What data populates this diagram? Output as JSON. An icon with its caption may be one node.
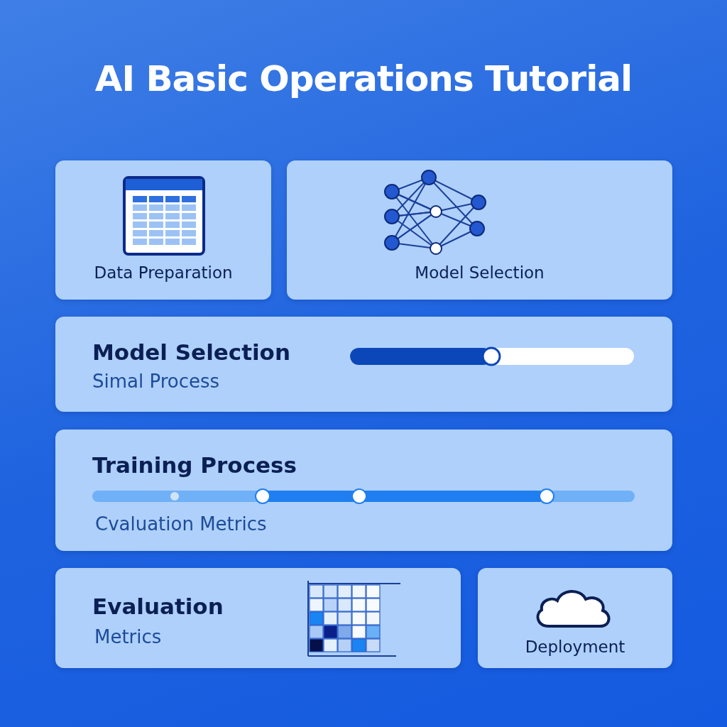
{
  "diagram": {
    "title": "AI Basic Operations Tutorial",
    "nodes": [
      {
        "text": [
          "Data Preparation"
        ]
      },
      {
        "text": [
          "Model Selection"
        ]
      },
      {
        "text": [
          "Model Selection",
          "Simal Process"
        ]
      },
      {
        "text": [
          "Training Process",
          "Cvaluation Metrics"
        ]
      },
      {
        "text": [
          "Evaluation",
          "Metrics"
        ]
      },
      {
        "text": [
          "Deployment"
        ]
      }
    ]
  }
}
